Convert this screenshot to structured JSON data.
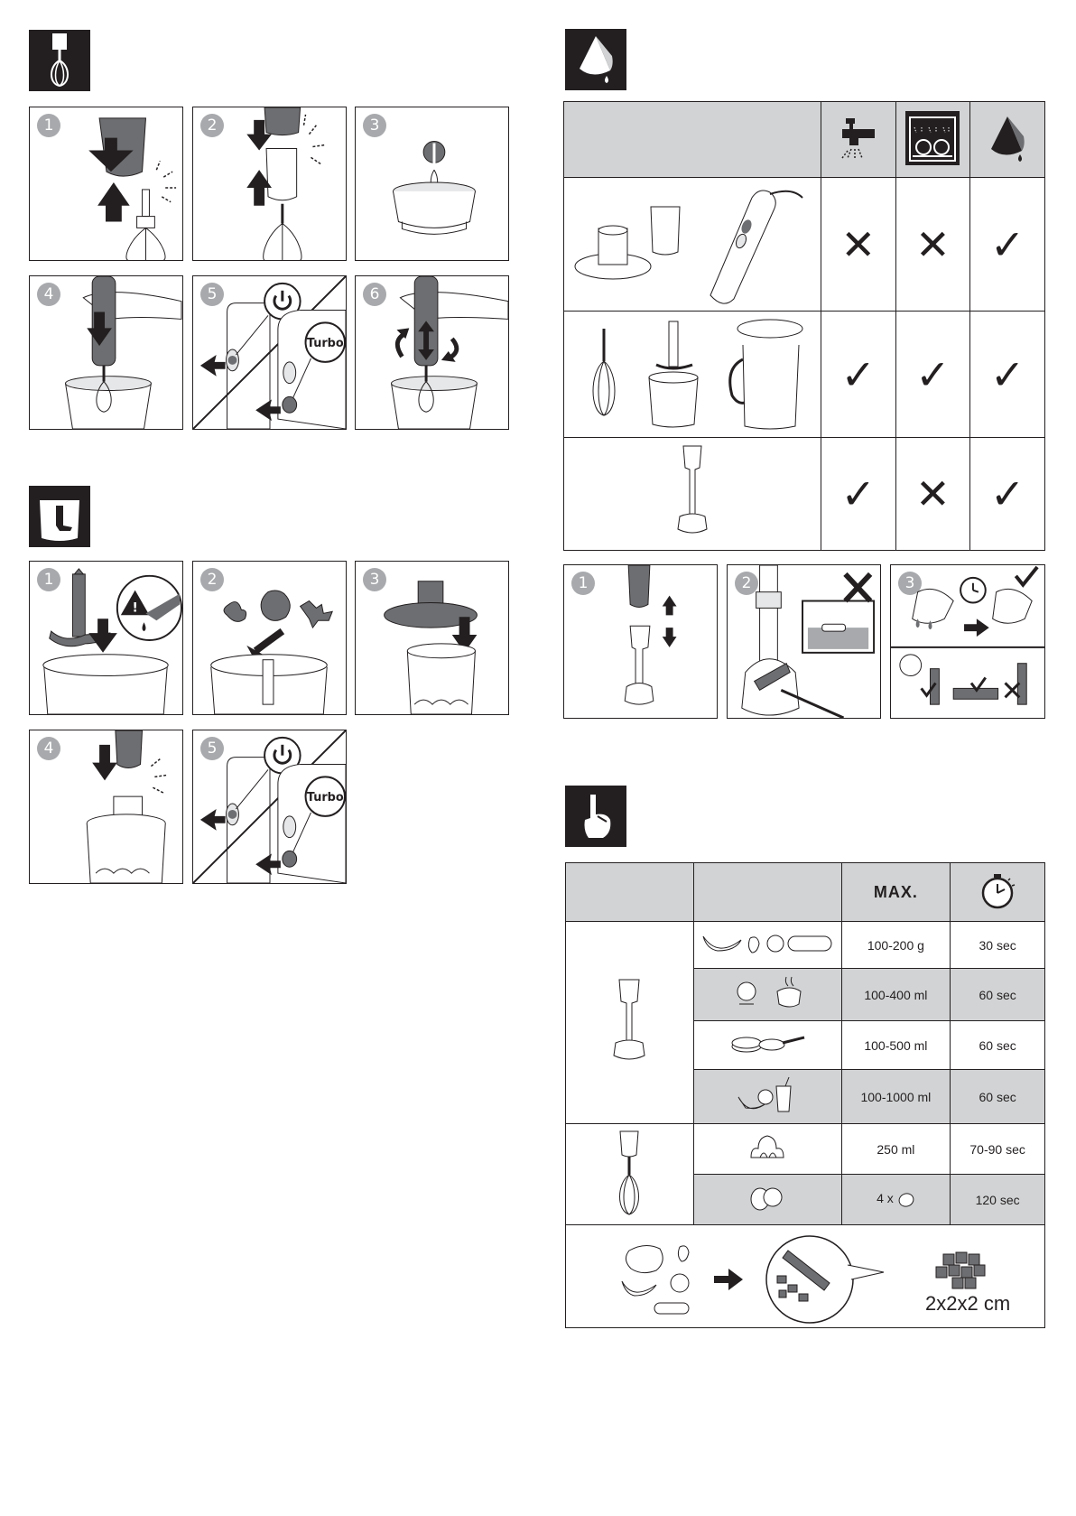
{
  "whisk_section": {
    "steps": [
      "1",
      "2",
      "3",
      "4",
      "5",
      "6"
    ],
    "turbo_label": "Turbo"
  },
  "chopper_section": {
    "steps": [
      "1",
      "2",
      "3",
      "4",
      "5"
    ],
    "turbo_label": "Turbo"
  },
  "cleaning_section": {
    "steps": [
      "1",
      "2",
      "3"
    ]
  },
  "usage_table": {
    "max_header": "MAX.",
    "rows": [
      {
        "max": "100-200 g",
        "time": "30 sec"
      },
      {
        "max": "100-400 ml",
        "time": "60 sec"
      },
      {
        "max": "100-500 ml",
        "time": "60 sec"
      },
      {
        "max": "100-1000 ml",
        "time": "60 sec"
      },
      {
        "max": "250 ml",
        "time": "70-90 sec"
      },
      {
        "max_prefix": "4 x",
        "time": "120 sec"
      }
    ],
    "cube_size": "2x2x2 cm"
  },
  "colors": {
    "ink": "#231f20",
    "gray_band": "#d1d3d4",
    "number_badge": "#a7a9ac"
  },
  "icons": [
    "whisk-icon",
    "chopper-icon",
    "cloth-drop-icon",
    "info-finger-icon",
    "faucet-icon",
    "dishwasher-icon",
    "timer-icon"
  ],
  "marks": {
    "check": "✓",
    "cross": "✕"
  }
}
